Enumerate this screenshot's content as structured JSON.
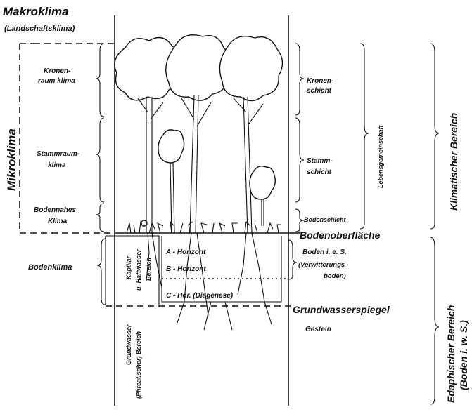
{
  "top": {
    "makroklima": "Makroklima",
    "landschaftsklima": "(Landschaftsklima)"
  },
  "left": {
    "mikroklima": "Mikroklima",
    "kronenraum_1": "Kronen-",
    "kronenraum_2": "raum klima",
    "stammraum_1": "Stammraum-",
    "stammraum_2": "klima",
    "bodennah_1": "Bodennahes",
    "bodennah_2": "Klima",
    "bodenklima": "Bodenklima"
  },
  "center": {
    "kapillar_1": "Kapillar-",
    "kapillar_2": "u. Haftwasser-",
    "kapillar_3": "Bereich",
    "grundwasser_1": "Grundwasser-",
    "grundwasser_2": "(Phreatischer) Bereich",
    "a_horizont": "A - Horizont",
    "b_horizont": "B - Horizont",
    "c_horizont": "C - Hor. (Diagenese)"
  },
  "right": {
    "bodenoberflaeche": "Bodenoberfläche",
    "grundwasserspiegel": "Grundwasserspiegel",
    "kronenschicht_1": "Kronen-",
    "kronenschicht_2": "schicht",
    "stammschicht_1": "Stamm-",
    "stammschicht_2": "schicht",
    "bodenschicht": "Bodenschicht",
    "lebensgemeinschaft": "Lebensgemeinschaft",
    "boden_1": "Boden i. e. S.",
    "boden_2": "(Verwitterungs -",
    "boden_3": "boden)",
    "gestein": "Gestein",
    "klimatischer": "Klimatischer Bereich",
    "edaphischer_1": "Edaphischer Bereich",
    "edaphischer_2": "(Boden i. w. S.)"
  }
}
